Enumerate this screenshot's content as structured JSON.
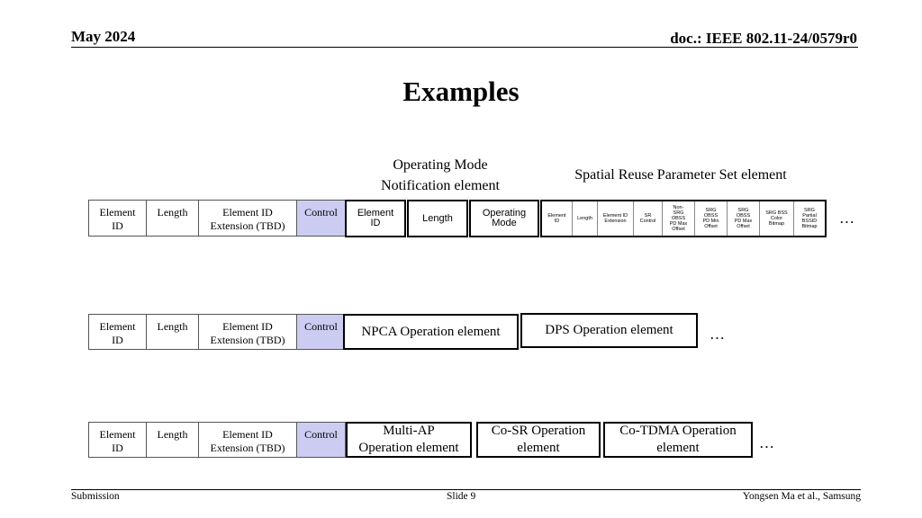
{
  "header": {
    "date": "May 2024",
    "doc": "doc.: IEEE 802.11-24/0579r0"
  },
  "title": "Examples",
  "captions": {
    "operating_mode": "Operating Mode\nNotification element",
    "spatial_reuse": "Spatial Reuse Parameter Set element"
  },
  "field_row": {
    "element_id": "Element\nID",
    "length": "Length",
    "ext": "Element ID\nExtension (TBD)",
    "control": "Control"
  },
  "operating_mode_fields": [
    "Element\nID",
    "Length",
    "Operating\nMode"
  ],
  "spatial_reuse_fields": [
    "Element\nID",
    "Length",
    "Element ID\nExtension",
    "SR\nControl",
    "Non-\nSRG\nOBSS\nPD Max\nOffset",
    "SRG\nOBSS\nPD Min\nOffset",
    "SRG\nOBSS\nPD Max\nOffset",
    "SRG BSS\nColor\nBitmap",
    "SRG\nPartial\nBSSID\nBitmap"
  ],
  "row2_boxes": {
    "npca": "NPCA Operation element",
    "dps": "DPS Operation element"
  },
  "row3_boxes": {
    "multiap": "Multi-AP\nOperation element",
    "cosr": "Co-SR Operation\nelement",
    "cotdma": "Co-TDMA Operation\nelement"
  },
  "ellipsis": "…",
  "footer": {
    "left": "Submission",
    "center": "Slide 9",
    "right": "Yongsen Ma et al., Samsung"
  }
}
